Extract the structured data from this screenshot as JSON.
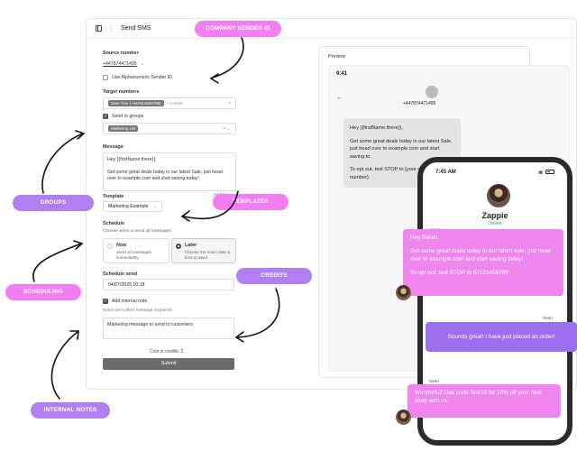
{
  "app": {
    "title": "Send SMS",
    "source_label": "Source number",
    "source_number": "+447874471495",
    "alpha_sender": "Use Alphanumeric Sender ID",
    "targets_label": "Target numbers",
    "target_chip": "Jane Trier (+447812654789)",
    "target_more": "+ 1 more",
    "send_to_groups": "Send to groups",
    "group_chip": "Marketing List",
    "message_label": "Message",
    "message_line1": "Hey {{firstName:there}},",
    "message_line2": "Get some great deals today in our latest Sale, just head over to example.com and start saving today!",
    "message_count": "155/160",
    "template_label": "Template",
    "template_value": "Marketing Example",
    "schedule_label": "Schedule",
    "schedule_hint": "Choose when to send all messages.",
    "now_title": "Now",
    "now_desc": "Send all messages immediately",
    "later_title": "Later",
    "later_desc": "Choose the exact date & time to send",
    "schedule_send_label": "Schedule send",
    "schedule_value": "04/07/2025  10:18",
    "add_note": "Add internal note",
    "note_hint": "Notes don't affect message recipients.",
    "note_value": "Marketing message to send to customers",
    "cost_text": "Cost in credits: 2",
    "submit": "Submit"
  },
  "preview": {
    "label": "Preview",
    "time": "9:41",
    "contact": "+447874471495",
    "msg_line1": "Hey {{firstName:there}},",
    "msg_line2": "Get some great deals today in our latest Sale, just head over to example.com and start saving to",
    "msg_line3": "To opt out, text STOP to {your dedicated number}."
  },
  "phone": {
    "time": "7:45 AM",
    "name": "Zappie",
    "status": "Online",
    "seen1": "Seen",
    "msg1": "Hey Sarah,",
    "msg2": "Get some great deals today in our latest sale, just head over to example.com and start saving today!",
    "msg3": "To opt out, text STOP to 07123456789",
    "seen2": "Seen",
    "reply": "Sounds great! I have just placed an order!",
    "seen3": "Seen",
    "msg4": "Wonderful! Use code Test10 for 10% off your next shop with us."
  },
  "tags": {
    "sender_id": "COMPANY SENDER ID",
    "groups": "GROUPS",
    "templates": "TEMPLATES",
    "credits": "CREDITS",
    "scheduling": "SCHEDULING",
    "internal_notes": "INTERNAL NOTES"
  },
  "colors": {
    "tag": "#f27ff2",
    "tag_purple": "#b27ff2",
    "online": "#2aa84a",
    "link": "#3366cc"
  }
}
